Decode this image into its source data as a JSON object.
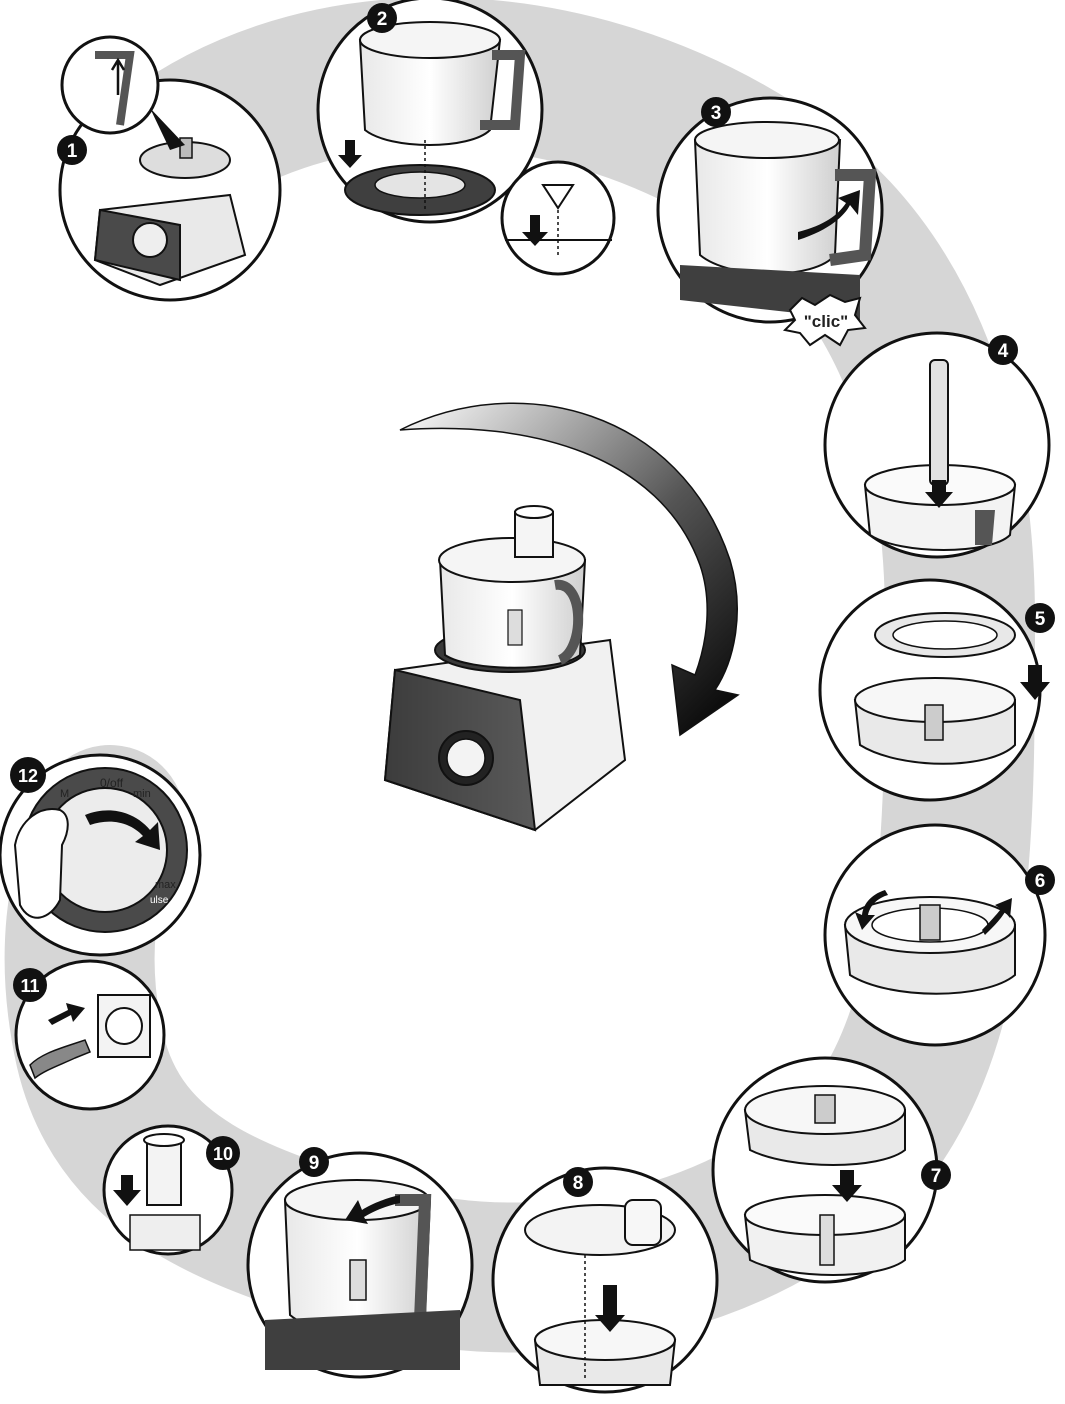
{
  "steps": [
    {
      "number": "1"
    },
    {
      "number": "2"
    },
    {
      "number": "3",
      "sound": "\"clic\""
    },
    {
      "number": "4"
    },
    {
      "number": "5"
    },
    {
      "number": "6"
    },
    {
      "number": "7"
    },
    {
      "number": "8"
    },
    {
      "number": "9"
    },
    {
      "number": "10"
    },
    {
      "number": "11"
    },
    {
      "number": "12",
      "dial": {
        "m": "M",
        "off": "0/off",
        "min": "min",
        "max": "max",
        "pulse": "ulse"
      }
    }
  ],
  "colors": {
    "path": "#d8d8d8",
    "dark": "#4a4a4a",
    "outline": "#111111",
    "badge": "#111111"
  },
  "icons": [
    "rotation-arrow-icon",
    "down-arrow-icon",
    "plug-icon",
    "socket-icon",
    "hand-icon"
  ]
}
